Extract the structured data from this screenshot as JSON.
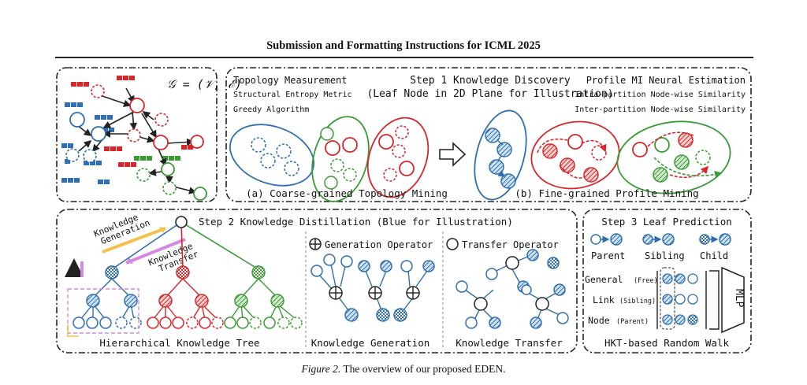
{
  "header": "Submission and Formatting Instructions for ICML 2025",
  "caption": {
    "label": "Figure 2.",
    "text": "The overview of our proposed EDEN."
  },
  "colors": {
    "red": "#d6262a",
    "blue": "#2f6fb0",
    "green": "#3a9a35",
    "dash": "#333333"
  },
  "graph": {
    "formula": "𝒢 = (𝒱, ℰ)"
  },
  "step1": {
    "title": "Step 1 Knowledge Discovery",
    "subtitle": "(Leaf Node in 2D Plane for Illustration)",
    "left_heading": "Topology Measurement",
    "left_items": [
      "Structural Entropy Metric",
      "Greedy Algorithm"
    ],
    "right_heading": "Profile MI Neural Estimation",
    "right_items": [
      "Intra-partition Node-wise Similarity",
      "Inter-partition Node-wise Similarity"
    ],
    "caption_a": "(a) Coarse-grained Topology Mining",
    "caption_b": "(b) Fine-grained Profile Mining"
  },
  "step2": {
    "title": "Step 2 Knowledge Distillation (Blue for Illustration)",
    "arrow_gen": [
      "Knowledge",
      "Generation"
    ],
    "arrow_tr": [
      "Knowledge",
      "Transfer"
    ],
    "tree_caption": "Hierarchical Knowledge Tree",
    "gen_op": "Generation Operator",
    "tr_op": "Transfer Operator",
    "gen_caption": "Knowledge Generation",
    "tr_caption": "Knowledge Transfer"
  },
  "step3": {
    "title": "Step 3 Leaf Prediction",
    "parent": "Parent",
    "sibling": "Sibling",
    "child": "Child",
    "rows": [
      {
        "main": "General",
        "note": "(Free)"
      },
      {
        "main": "Link",
        "note": "(Sibling)"
      },
      {
        "main": "Node",
        "note": "(Parent)"
      }
    ],
    "mlp": "MLP",
    "caption": "HKT-based Random Walk"
  }
}
